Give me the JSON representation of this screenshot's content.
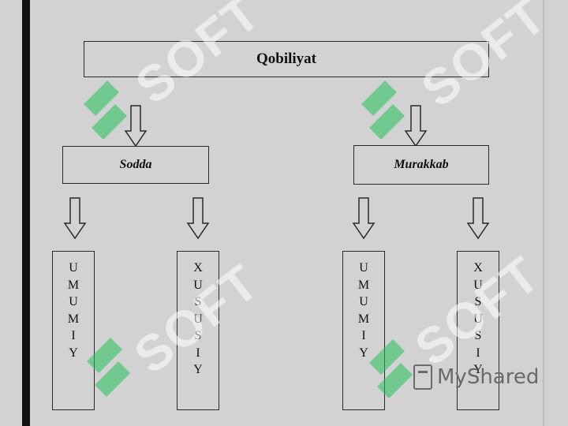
{
  "diagram": {
    "root": "Qobiliyat",
    "branches": [
      {
        "label": "Sodda",
        "children": [
          {
            "letters": [
              "U",
              "M",
              "U",
              "M",
              "I",
              "Y"
            ]
          },
          {
            "letters": [
              "X",
              "U",
              "S",
              "U",
              "S",
              "I",
              "Y"
            ]
          }
        ]
      },
      {
        "label": "Murakkab",
        "children": [
          {
            "letters": [
              "U",
              "M",
              "U",
              "M",
              "I",
              "Y"
            ]
          },
          {
            "letters": [
              "X",
              "U",
              "S",
              "U",
              "S",
              "I",
              "Y"
            ]
          }
        ]
      }
    ]
  },
  "watermark": {
    "brand": "MyShared",
    "overlay_text": "SOFT",
    "overlay_color": "#22c25a"
  }
}
